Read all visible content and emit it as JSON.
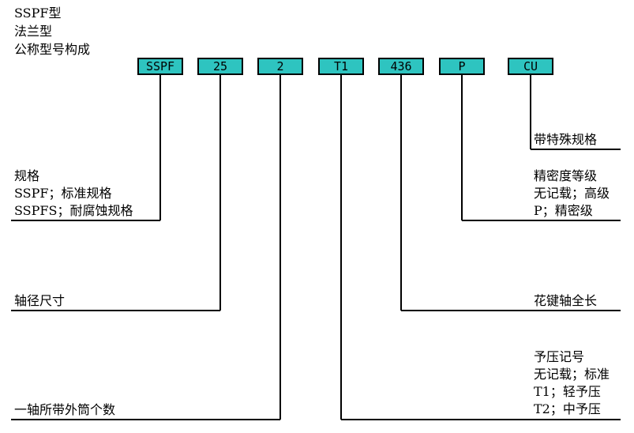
{
  "title": {
    "line1": "SSPF型",
    "line2": "法兰型",
    "line3": "公称型号构成"
  },
  "code_boxes": [
    "SSPF",
    "25",
    "2",
    "T1",
    "436",
    "P",
    "CU"
  ],
  "labels": {
    "spec": {
      "heading": "规格",
      "line1": "SSPF；标准规格",
      "line2": "SSPFS；耐腐蚀规格"
    },
    "shaft_diameter": "轴径尺寸",
    "outer_count": "一轴所带外筒个数",
    "special": "带特殊规格",
    "precision": {
      "heading": "精密度等级",
      "line1": "无记载；高级",
      "line2": "P；精密级"
    },
    "spline_length": "花键轴全长",
    "preload": {
      "heading": "予压记号",
      "line1": "无记载；标准",
      "line2": "T1；轻予压",
      "line3": "T2；中予压"
    }
  },
  "colors": {
    "box_fill": "#2ec4c0",
    "line": "#000000"
  }
}
